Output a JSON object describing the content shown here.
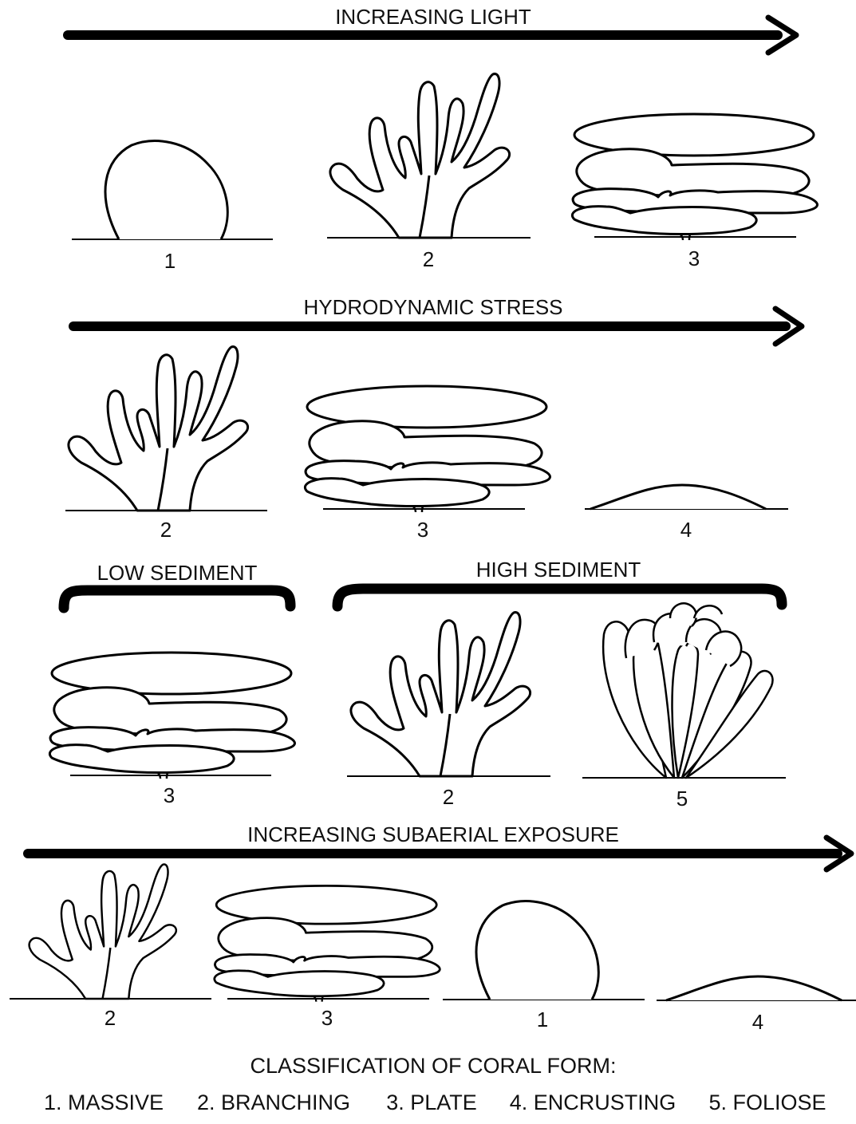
{
  "rows": {
    "light": {
      "title": "INCREASING LIGHT",
      "labels": [
        "1",
        "2",
        "3"
      ]
    },
    "stress": {
      "title": "HYDRODYNAMIC STRESS",
      "labels": [
        "2",
        "3",
        "4"
      ]
    },
    "sediment": {
      "low_title": "LOW SEDIMENT",
      "high_title": "HIGH SEDIMENT",
      "labels": [
        "3",
        "2",
        "5"
      ]
    },
    "exposure": {
      "title": "INCREASING SUBAERIAL EXPOSURE",
      "labels": [
        "2",
        "3",
        "1",
        "4"
      ]
    }
  },
  "legend": {
    "title": "CLASSIFICATION OF CORAL FORM:",
    "items": [
      "1. MASSIVE",
      "2. BRANCHING",
      "3. PLATE",
      "4. ENCRUSTING",
      "5. FOLIOSE"
    ]
  }
}
